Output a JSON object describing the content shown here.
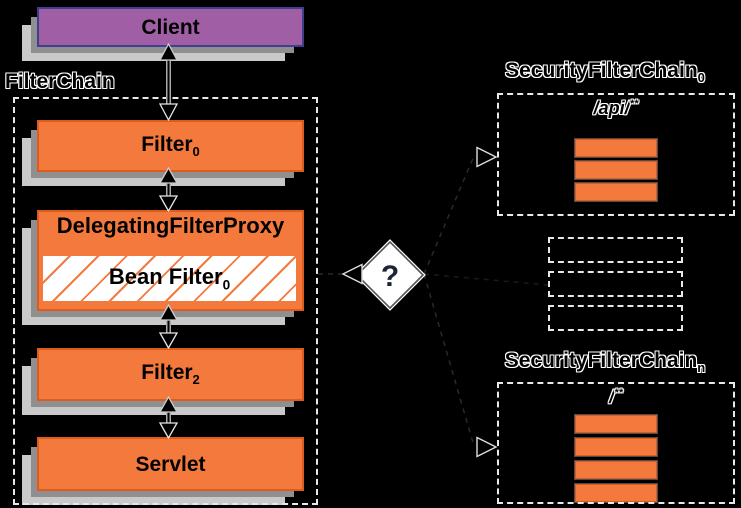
{
  "colors": {
    "bg": "#000000",
    "orange": "#F4793C",
    "orange_border": "#DE5B1E",
    "purple": "#A05FA5",
    "purple_border": "#3F3F8F",
    "shadow_near": "#8F8F8F",
    "shadow_far": "#C9C9C9",
    "dash": "#E8E8E8"
  },
  "client": {
    "label": "Client"
  },
  "filter_chain": {
    "title": "FilterChain",
    "filter0": {
      "base": "Filter",
      "sub": "0"
    },
    "delegating_filter_proxy": {
      "label": "DelegatingFilterProxy"
    },
    "bean_filter": {
      "base": "Bean Filter",
      "sub": "0"
    },
    "filter2": {
      "base": "Filter",
      "sub": "2"
    },
    "servlet": {
      "label": "Servlet"
    }
  },
  "decision": {
    "label": "?"
  },
  "security_filter_chain_0": {
    "title": "SecurityFilterChain",
    "sub": "0",
    "url_pattern": "/api/",
    "url_pattern_stars": "**",
    "filter_count": 3
  },
  "placeholder_chains": {
    "count": 3
  },
  "security_filter_chain_n": {
    "title": "SecurityFilterChain",
    "sub": "n",
    "url_pattern": "/",
    "url_pattern_stars": "**",
    "filter_count": 4
  }
}
